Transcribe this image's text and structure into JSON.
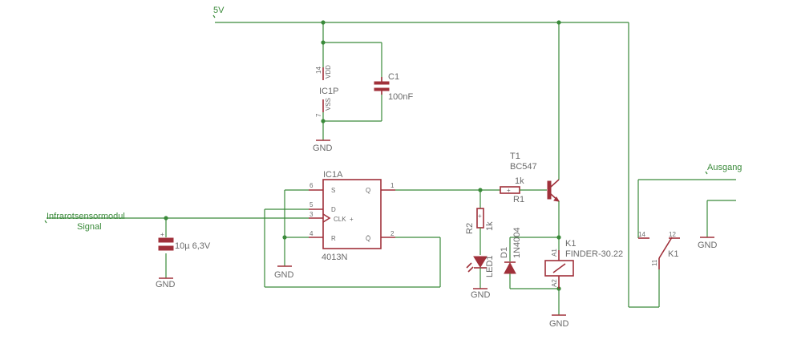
{
  "nets": {
    "vcc": "5V",
    "input_line1": "Infrarotsensormodul",
    "input_line2": "Signal",
    "output": "Ausgang"
  },
  "gnd_label": "GND",
  "components": {
    "ic1p": {
      "name": "IC1P",
      "pin_vdd": "14",
      "pin_vss": "7",
      "vdd": "VDD",
      "vss": "VSS"
    },
    "c1": {
      "name": "C1",
      "value": "100nF"
    },
    "c_in": {
      "value": "10µ 6,3V"
    },
    "ic1a": {
      "name": "IC1A",
      "type": "4013N",
      "pins": {
        "s": "S",
        "d": "D",
        "clk": "CLK",
        "r": "R",
        "q": "Q",
        "qbar": "Q̄"
      },
      "pin_numbers": {
        "s": "6",
        "d": "5",
        "clk": "3",
        "r": "4",
        "q": "1",
        "qbar": "2"
      }
    },
    "t1": {
      "name": "T1",
      "type": "BC547"
    },
    "r1": {
      "name": "R1",
      "value": "1k"
    },
    "r2": {
      "name": "R2",
      "value": "1k"
    },
    "led1": {
      "name": "LED1"
    },
    "d1": {
      "name": "D1",
      "type": "1N4004"
    },
    "k1": {
      "name": "K1",
      "type": "FINDER-30.22",
      "pin_a1": "A1",
      "pin_a2": "A2",
      "contact_name": "K1",
      "pin_14": "14",
      "pin_12": "12",
      "pin_11": "11"
    }
  },
  "colors": {
    "wire": "#3a8a3a",
    "component": "#a0303a",
    "label": "#6a6a6a"
  }
}
